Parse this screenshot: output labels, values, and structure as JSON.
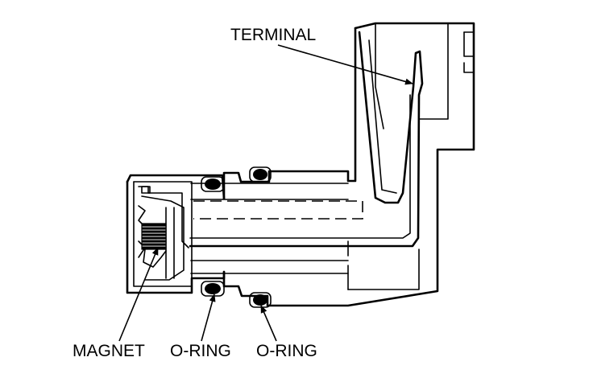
{
  "labels": {
    "terminal": "TERMINAL",
    "magnet": "MAGNET",
    "oring_left": "O-RING",
    "oring_right": "O-RING"
  },
  "colors": {
    "stroke": "#000000",
    "background": "#ffffff"
  }
}
